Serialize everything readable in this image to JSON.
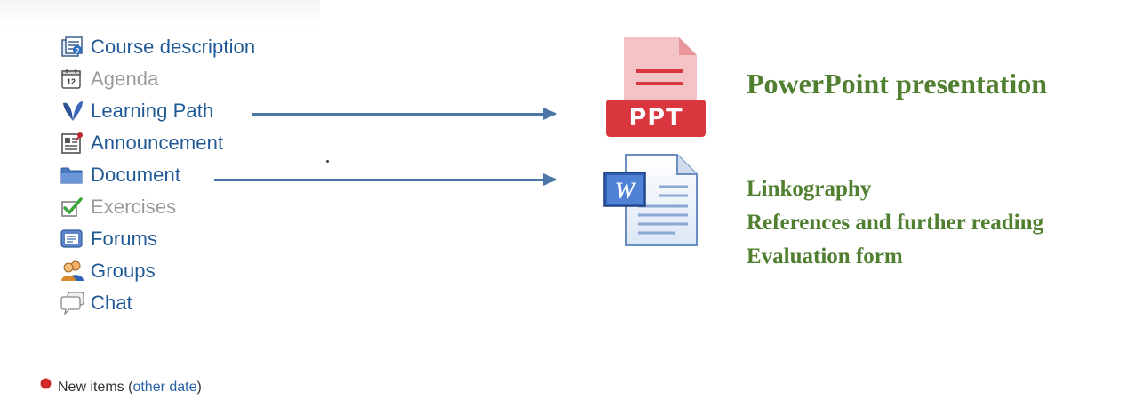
{
  "menu": {
    "items": [
      {
        "label": "Course description",
        "icon": "course-description-icon",
        "enabled": true
      },
      {
        "label": "Agenda",
        "icon": "agenda-calendar-icon",
        "enabled": false
      },
      {
        "label": "Learning Path",
        "icon": "learning-path-icon",
        "enabled": true
      },
      {
        "label": "Announcement",
        "icon": "announcement-icon",
        "enabled": true
      },
      {
        "label": "Document",
        "icon": "folder-icon",
        "enabled": true
      },
      {
        "label": "Exercises",
        "icon": "checkmark-icon",
        "enabled": false
      },
      {
        "label": "Forums",
        "icon": "forum-icon",
        "enabled": true
      },
      {
        "label": "Groups",
        "icon": "groups-icon",
        "enabled": true
      },
      {
        "label": "Chat",
        "icon": "chat-bubble-icon",
        "enabled": true
      }
    ]
  },
  "ppt_badge": "PPT",
  "ppt_caption": "PowerPoint presentation",
  "word_captions": [
    "Linkography",
    "References and further reading",
    "Evaluation  form"
  ],
  "legend": {
    "text": "New items (",
    "link": "other date",
    "close": ")"
  },
  "colors": {
    "menu_link": "#1f5a96",
    "menu_disabled": "#9a9a9a",
    "arrow": "#4a76a8",
    "caption_green": "#4f7f2f",
    "ppt_red": "#d9363e"
  }
}
